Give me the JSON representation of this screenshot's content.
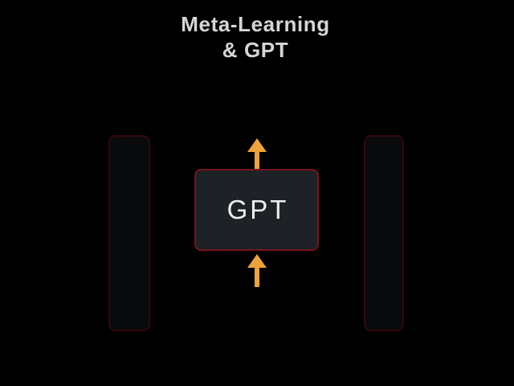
{
  "title": {
    "line1": "Meta-Learning",
    "line2": "& GPT"
  },
  "diagram": {
    "gpt_box_label": "GPT",
    "top_arrow_direction": "up",
    "bottom_arrow_direction": "up"
  },
  "icons": {
    "top_arrow": "arrow-up-icon",
    "bottom_arrow": "arrow-up-icon"
  },
  "colors": {
    "background": "#000000",
    "title_color": "#d6d6d6",
    "accent_orange": "#eda23b",
    "box_fill": "#1e2126",
    "box_border": "#771418",
    "box_text": "#edeef0",
    "panel_fill": "#0b0c0e",
    "panel_border": "#3a080a"
  }
}
